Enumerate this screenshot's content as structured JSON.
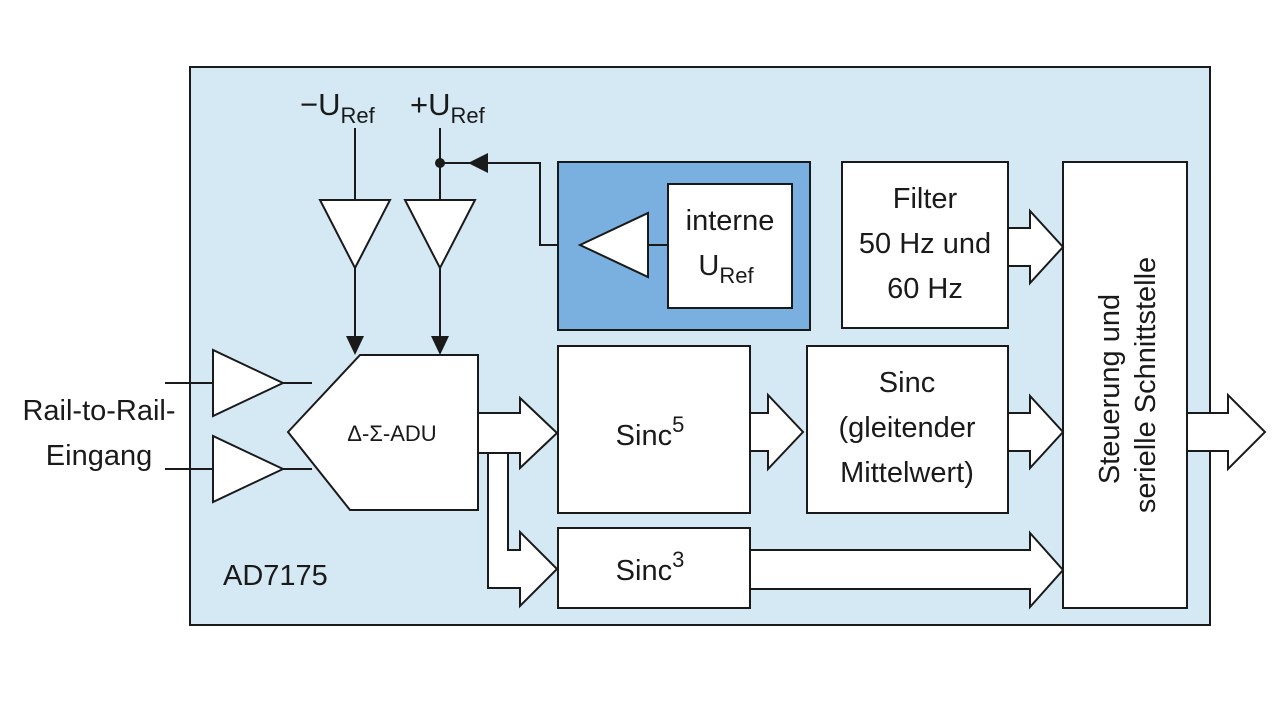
{
  "chip": {
    "name": "AD7175",
    "bg_color": "#d4e9f3",
    "ref_block_color": "#79b0df"
  },
  "refs": {
    "neg": {
      "sign": "−U",
      "sub": "Ref"
    },
    "pos": {
      "sign": "+U",
      "sub": "Ref"
    }
  },
  "input": {
    "line1": "Rail-to-Rail-",
    "line2": "Eingang"
  },
  "adc": {
    "label": "Δ-Σ-ADU"
  },
  "internal_ref": {
    "line1": "interne",
    "line2_main": "U",
    "line2_sub": "Ref"
  },
  "filter_block": {
    "line1": "Filter",
    "line2": "50 Hz und",
    "line3": "60 Hz"
  },
  "sinc5": {
    "main": "Sinc",
    "sup": "5"
  },
  "sinc3": {
    "main": "Sinc",
    "sup": "3"
  },
  "sinc_avg": {
    "line1": "Sinc",
    "line2": "(gleitender",
    "line3": "Mittelwert)"
  },
  "control": {
    "line1": "Steuerung und",
    "line2": "serielle Schnittstelle"
  }
}
